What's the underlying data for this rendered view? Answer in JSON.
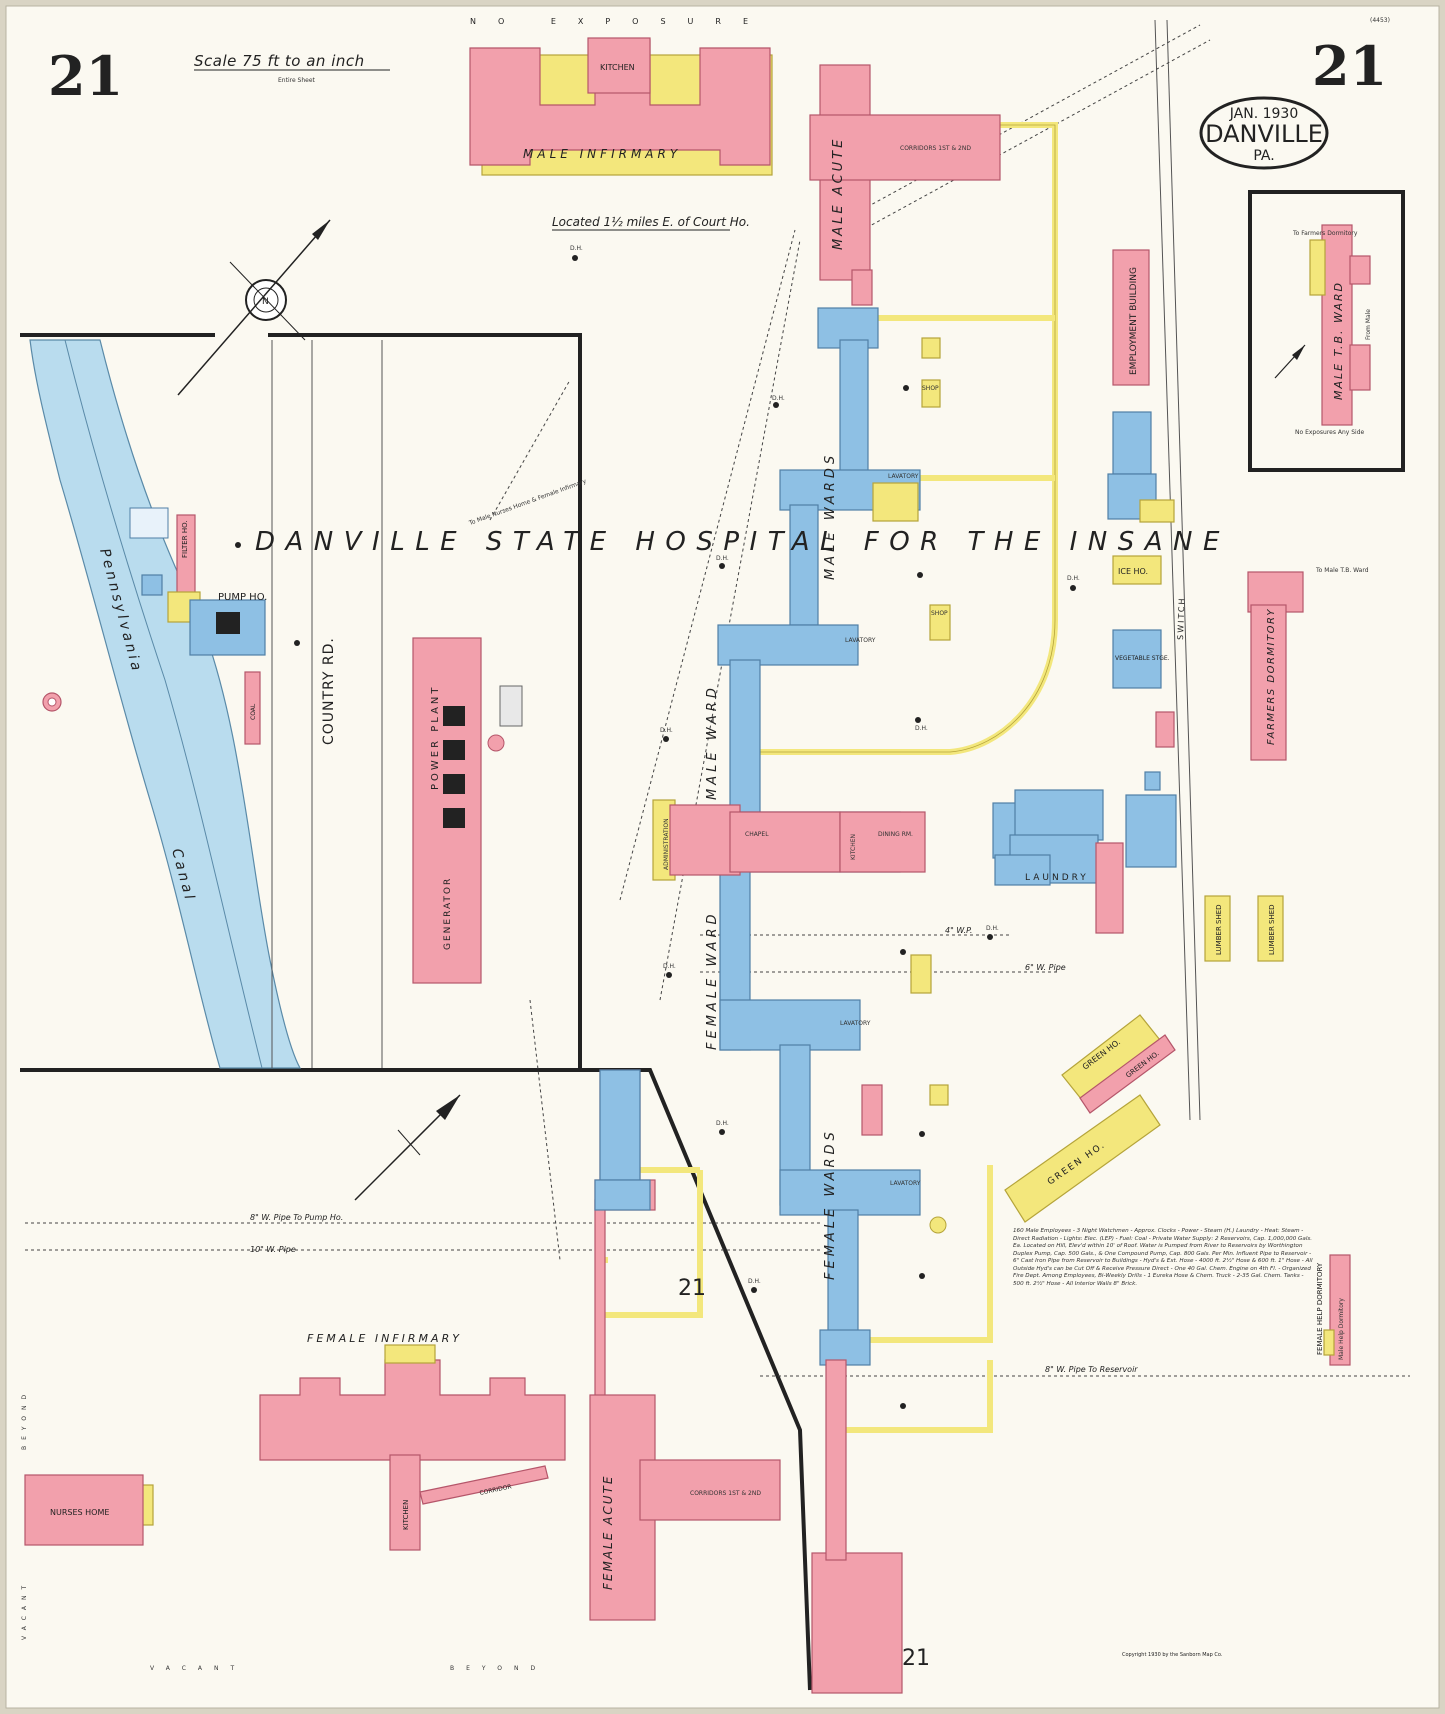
{
  "sheet": {
    "number": "21",
    "scale": "Scale 75 ft to an inch",
    "scale_note": "Entire Sheet",
    "stamp_date": "JAN. 1930",
    "stamp_city": "DANVILLE",
    "stamp_state": "PA.",
    "corner_code": "(4453)",
    "copyright": "Copyright 1930 by the Sanborn Map Co."
  },
  "colors": {
    "paper": "#fbf9f1",
    "brick": "#f2a0ac",
    "brick_edge": "#b5566a",
    "stone": "#8ec0e4",
    "stone_edge": "#4f7fa6",
    "frame": "#f3e77c",
    "frame_edge": "#b5a43a",
    "water": "#b9dcee",
    "ink": "#222222"
  },
  "titles": {
    "hospital": "DANVILLE STATE HOSPITAL FOR THE INSANE",
    "location_note": "Located 1½ miles E. of Court Ho."
  },
  "edge_notes": {
    "top": "NO EXPOSURE",
    "bottom_vacant": "VACANT",
    "bottom_beyond": "BEYOND",
    "left_vacant": "VACANT",
    "left_beyond": "BEYOND"
  },
  "buildings": {
    "male_infirmary": "MALE INFIRMARY",
    "kitchen_top": "KITCHEN",
    "male_acute": "MALE ACUTE",
    "corridors": "CORRIDORS 1ST & 2ND",
    "male_wards": "MALE WARDS",
    "male_ward": "MALE WARD",
    "female_ward": "FEMALE WARD",
    "female_wards": "FEMALE WARDS",
    "employment_building": "EMPLOYMENT BUILDING",
    "male_tb_ward": "MALE T.B. WARD",
    "farmers_dormitory": "FARMERS DORMITORY",
    "ice_ho": "ICE HO.",
    "vegetable_stge": "VEGETABLE STGE.",
    "laundry": "LAUNDRY",
    "lumber_shed_1": "LUMBER SHED",
    "lumber_shed_2": "LUMBER SHED",
    "green_ho_1": "GREEN HO.",
    "green_ho_2": "GREEN HO.",
    "green_ho_3": "GREEN HO.",
    "power_plant": "POWER PLANT",
    "generator": "GENERATOR",
    "pump_ho": "PUMP HO.",
    "filter_ho": "FILTER HO.",
    "coal": "COAL",
    "female_infirmary": "FEMALE INFIRMARY",
    "kitchen_bottom": "KITCHEN",
    "corridor": "CORRIDOR",
    "female_acute": "FEMALE ACUTE",
    "nurses_home": "NURSES HOME",
    "female_help_dormitory": "FEMALE HELP DORMITORY",
    "male_help_dormitory": "Male Help Dormitory",
    "shop": "SHOP",
    "lavatory": "LAVATORY",
    "chapel": "CHAPEL",
    "dining_rm": "DINING RM.",
    "kitchen_center": "KITCHEN",
    "administration": "ADMINISTRATION"
  },
  "streets": {
    "country_rd": "COUNTRY RD.",
    "canal": "Canal",
    "pennsylvania": "Pennsylvania",
    "switch": "SWITCH",
    "to_farmers_dormitory": "To Farmers Dormitory",
    "to_male_tb_ward": "To Male T.B. Ward",
    "from_male_tb_ward": "From Male",
    "no_exposures": "No Exposures Any Side",
    "to_male_nurses_home": "To Male Nurses Home & Female Infirmary"
  },
  "pipes": {
    "pipe_pump": "8\" W. Pipe To Pump Ho.",
    "pipe_10": "10\" W. Pipe",
    "pipe_res": "8\" W. Pipe To Reservoir",
    "pipe_6": "6\" W. Pipe",
    "pipe_4": "4\" W.P.",
    "dh": "D.H."
  },
  "fire_notes": "160 Male Employees - 3 Night Watchmen - Approx. Clocks - Power - Steam (H.) Laundry - Heat: Steam - Direct Radiation - Lights: Elec. (LEP) - Fuel: Coal - Private Water Supply: 2 Reservoirs, Cap. 1,000,000 Gals. Ea. Located on Hill, Elev'd within 10' of Roof. Water is Pumped from River to Reservoirs by Worthington Duplex Pump, Cap. 500 Gals., & One Compound Pump, Cap. 800 Gals. Per Min. Influent Pipe to Reservoir - 6\" Cast Iron Pipe from Reservoir to Buildings - Hyd's & Ext. Hose - 4000 ft. 2½\" Hose & 600 ft. 1\" Hose - All Outside Hyd's can be Cut Off & Receive Pressure Direct - One 40 Gal. Chem. Engine on 4th Fl. - Organized Fire Dept. Among Employees, Bi-Weekly Drills - 1 Eureka Hose & Chem. Truck - 2-35 Gal. Chem. Tanks - 500 ft. 2½\" Hose - All Interior Walls 8\" Brick.",
  "compass": {
    "letter": "N"
  }
}
